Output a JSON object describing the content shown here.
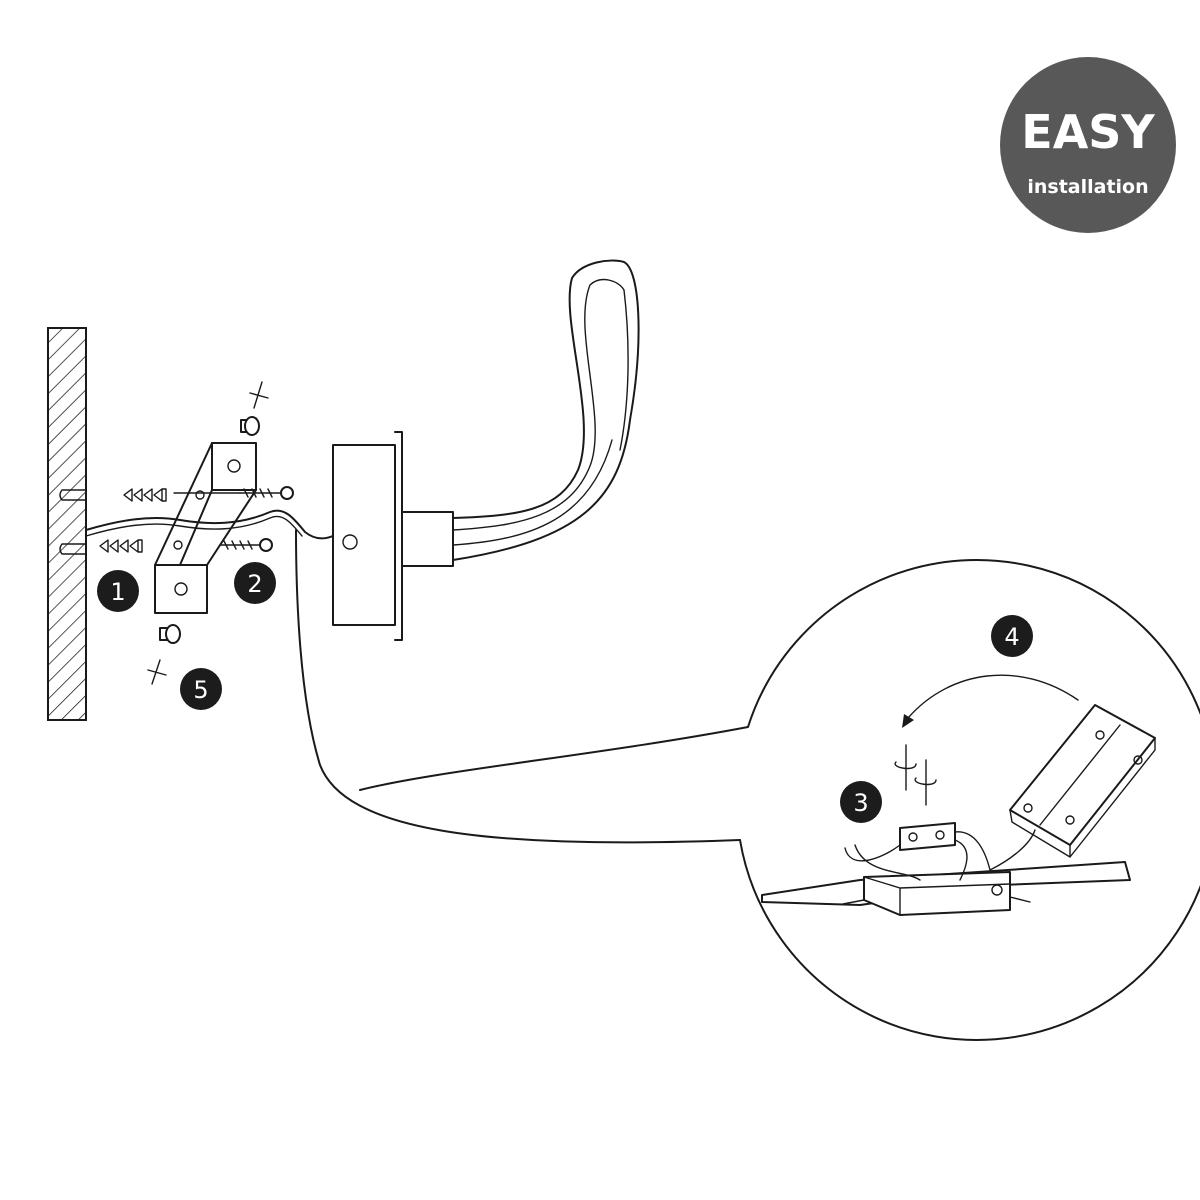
{
  "badge": {
    "title": "EASY",
    "subtitle": "installation",
    "color": "#585858"
  },
  "steps": [
    "1",
    "2",
    "3",
    "4",
    "5"
  ],
  "colors": {
    "line": "#1a1a1a",
    "step_fill": "#1c1c1c",
    "background": "#ffffff"
  }
}
